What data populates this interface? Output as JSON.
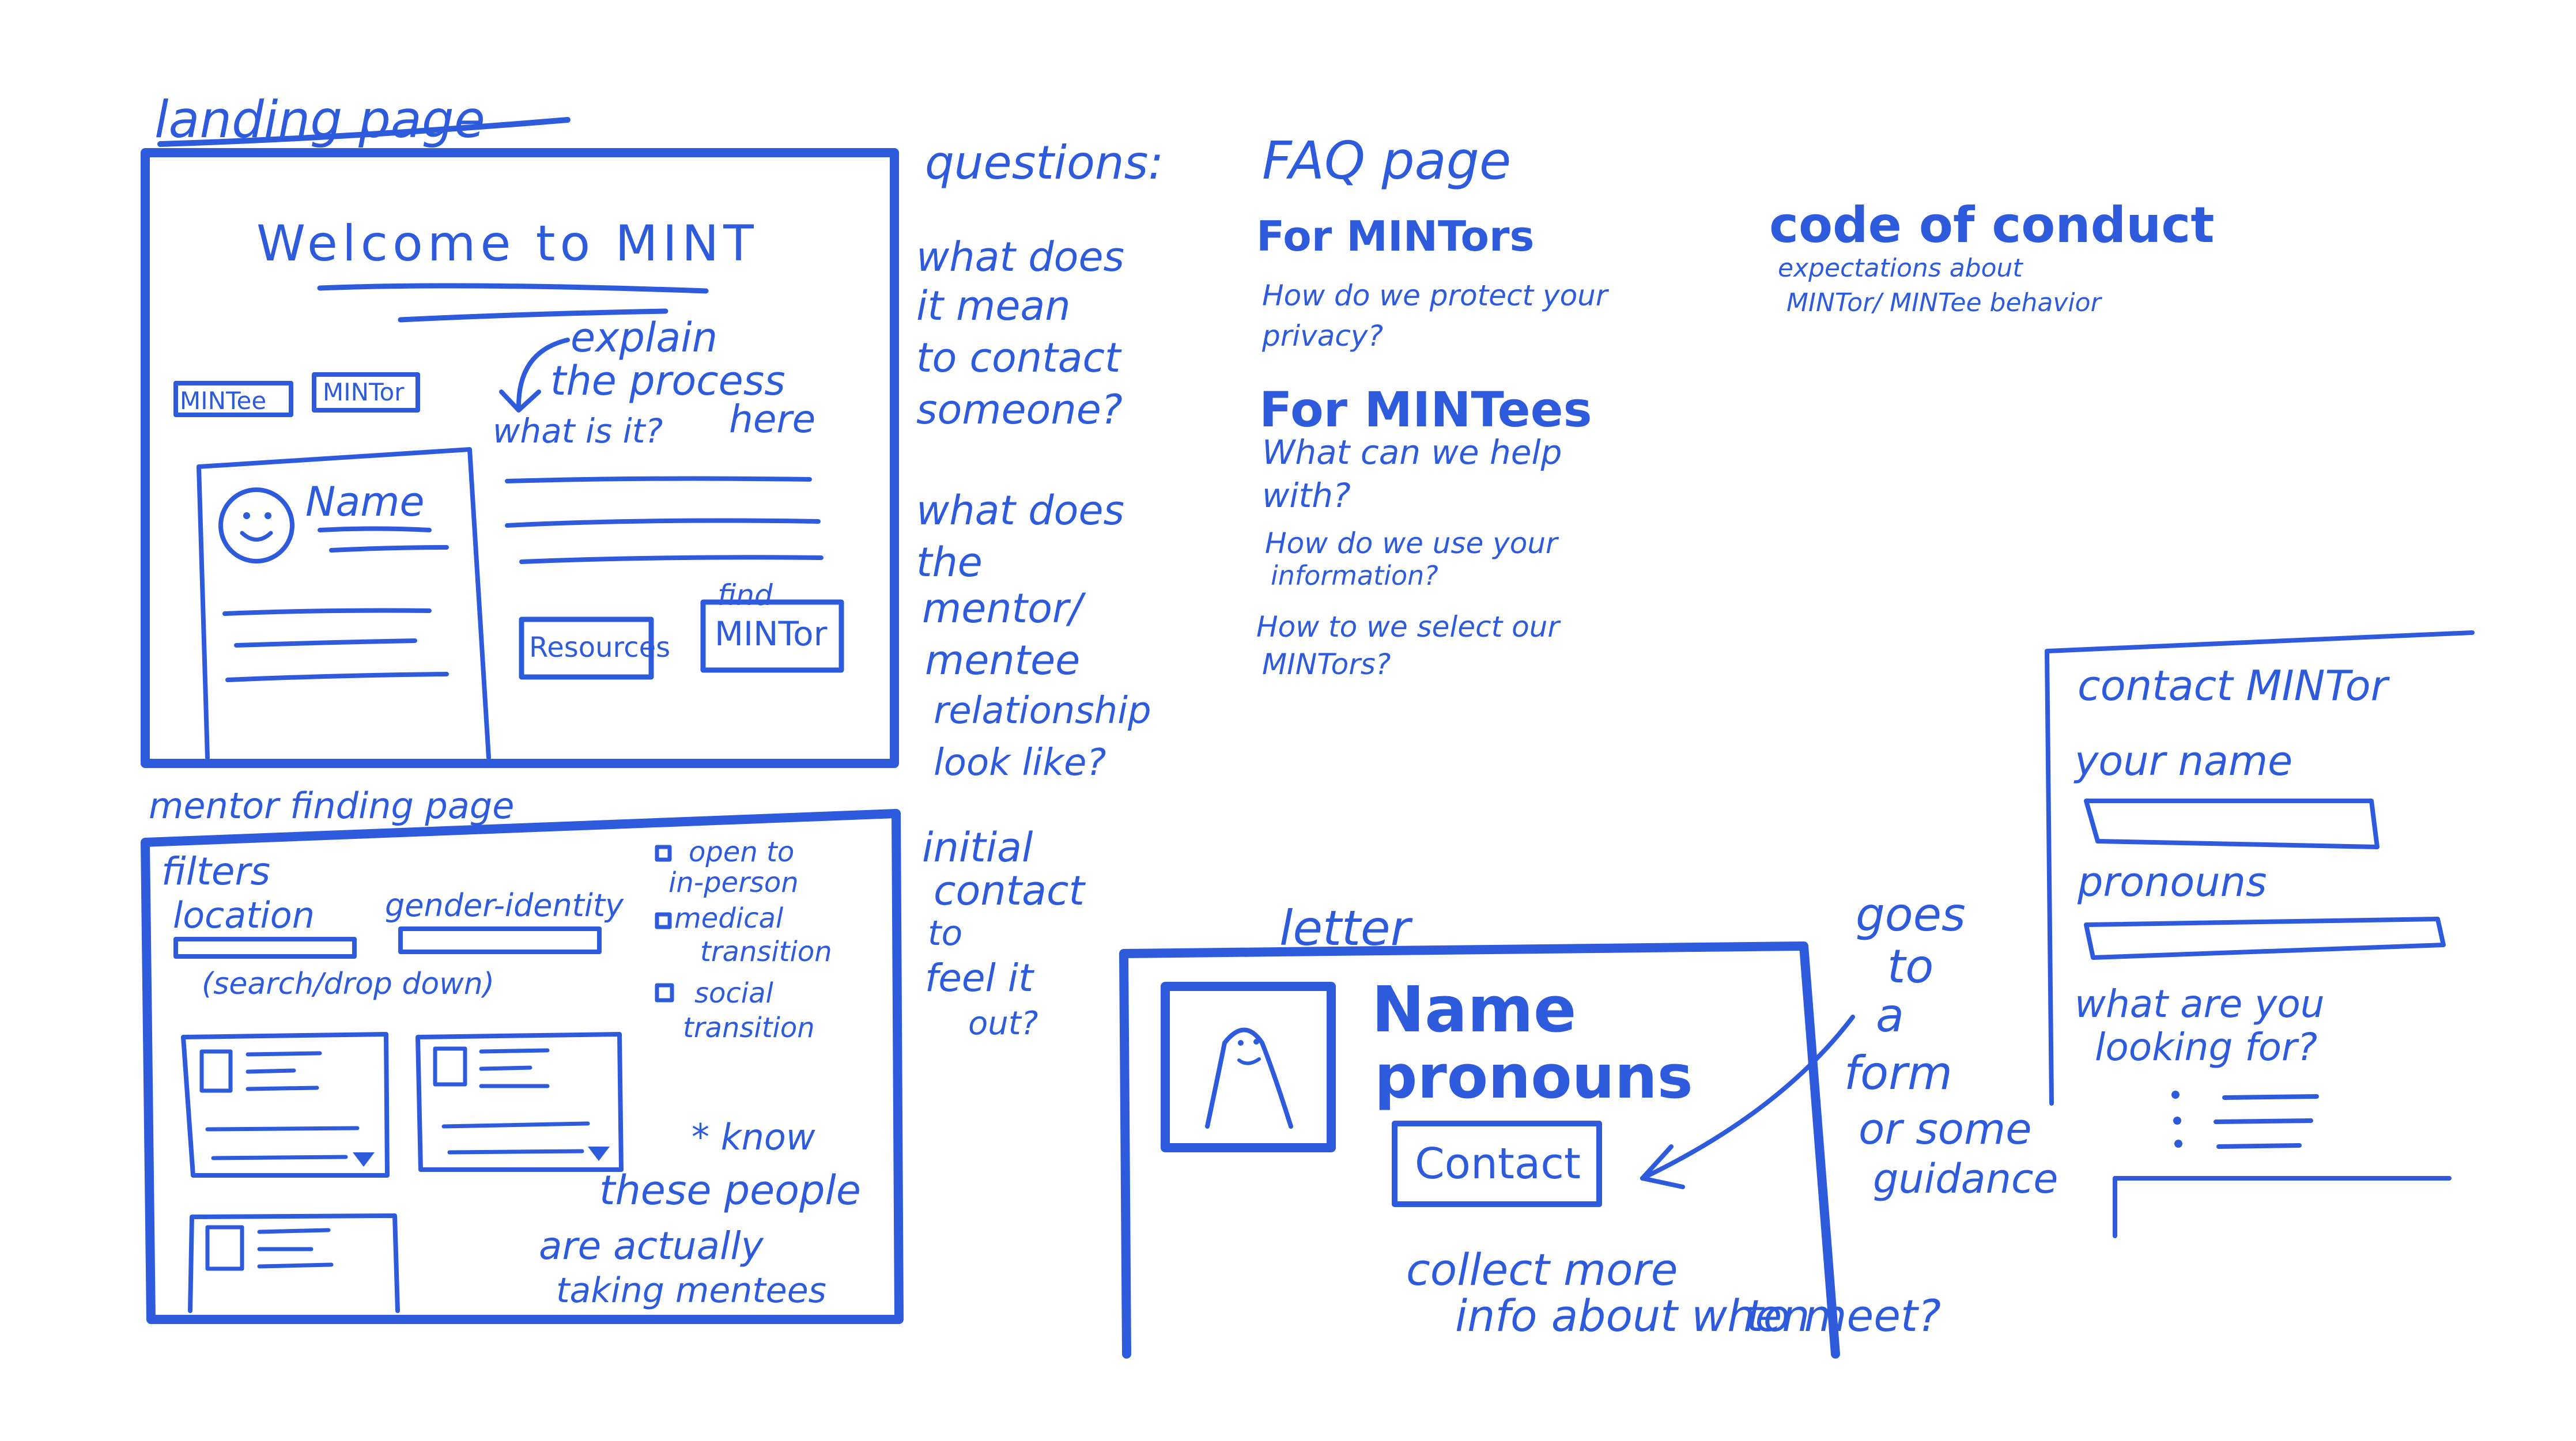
{
  "ink_color": "#2e5bdb",
  "landing": {
    "title": "landing page",
    "welcome": "Welcome to MINT",
    "tab_mintee": "MINTee",
    "tab_mintor": "MINTor",
    "card_name": "Name",
    "explain_line1": "explain",
    "explain_line2": "the process",
    "explain_line3": "here",
    "what_is_it": "what is it?",
    "resources_button": "Resources",
    "find_label": "find",
    "mintor_button": "MINTor"
  },
  "questions": {
    "title": "questions:",
    "q1_lines": [
      "what does",
      "it mean",
      "to contact",
      "someone?"
    ],
    "q2_lines": [
      "what does",
      "the",
      "mentor/",
      "mentee",
      "relationship",
      "look like?"
    ],
    "q3_lines": [
      "initial",
      "contact",
      "to",
      "feel it",
      "out?"
    ]
  },
  "faq": {
    "title": "FAQ page",
    "mintors_heading": "For MINTors",
    "mintors_q1": "How do we protect your",
    "mintors_q1b": "privacy?",
    "mintees_heading": "For MINTees",
    "mintees_q1": "What can we help",
    "mintees_q1b": "with?",
    "mintees_q2": "How do we use your",
    "mintees_q2b": "information?",
    "mintees_q3": "How to we select our",
    "mintees_q3b": "MINTors?"
  },
  "conduct": {
    "title": "code of conduct",
    "subtitle1": "expectations about",
    "subtitle2": "MINTor/ MINTee behavior"
  },
  "finder": {
    "title": "mentor finding page",
    "filters": "filters",
    "location": "location",
    "gender": "gender-identity",
    "search_hint": "(search/drop down)",
    "check1a": "open to",
    "check1b": "in-person",
    "check2a": "medical",
    "check2b": "transition",
    "check3a": "social",
    "check3b": "transition",
    "note1": "* know",
    "note2": "these people",
    "note3": "are actually",
    "note4": "taking mentees"
  },
  "letter": {
    "title": "letter",
    "name": "Name",
    "pronouns": "pronouns",
    "contact_button": "Contact",
    "collect1": "collect more",
    "collect2": "info about when",
    "collect3": "to meet?",
    "goes_lines": [
      "goes",
      "to",
      "a",
      "form",
      "or some",
      "guidance"
    ]
  },
  "contact_form": {
    "title": "contact MINTor",
    "your_name": "your name",
    "pronouns": "pronouns",
    "looking1": "what are you",
    "looking2": "looking for?"
  }
}
